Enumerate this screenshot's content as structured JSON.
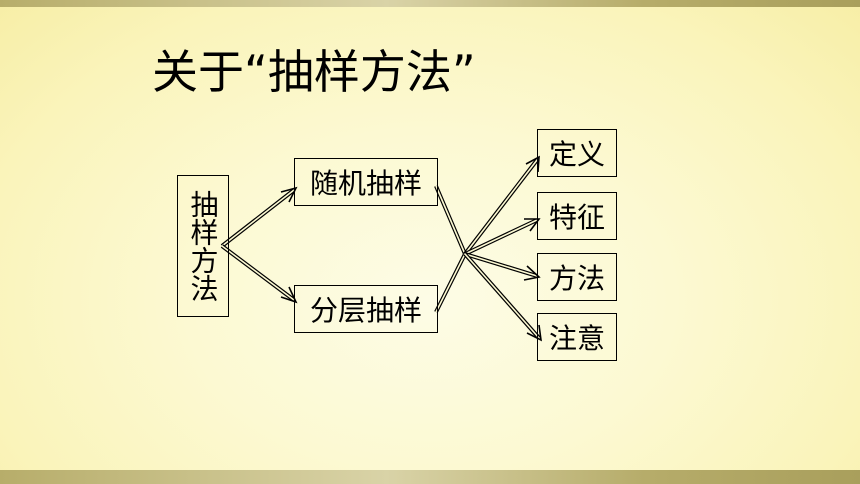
{
  "title": "关于“抽样方法”",
  "root": {
    "label": "抽样方法"
  },
  "methods": [
    {
      "label": "随机抽样"
    },
    {
      "label": "分层抽样"
    }
  ],
  "aspects": [
    {
      "label": "定义"
    },
    {
      "label": "特征"
    },
    {
      "label": "方法"
    },
    {
      "label": "注意"
    }
  ],
  "colors": {
    "background": "#fcf9d2",
    "bar": "#c9c08a",
    "stroke": "#000000"
  }
}
